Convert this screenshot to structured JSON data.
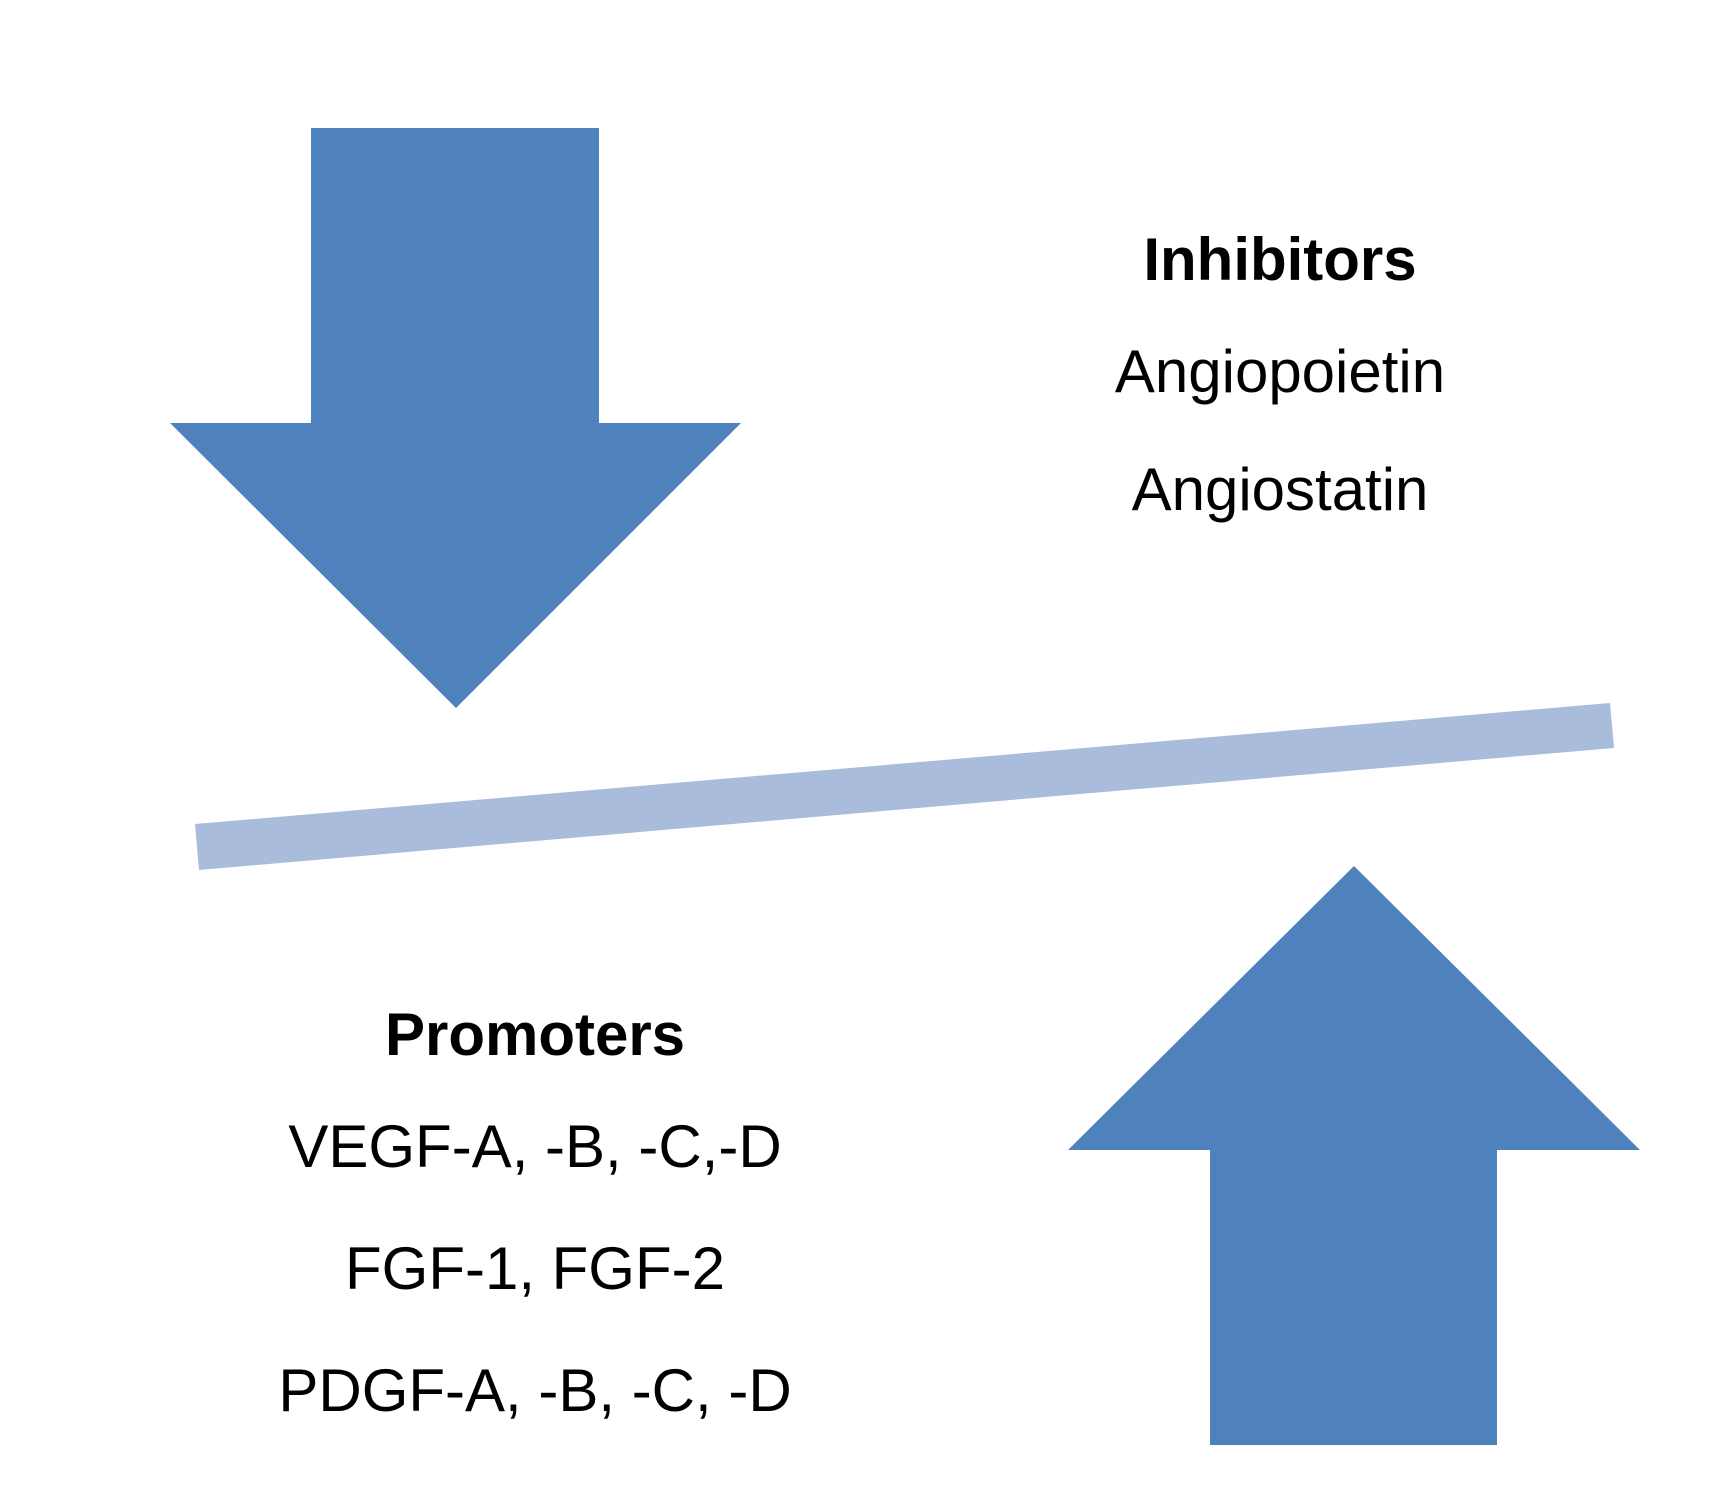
{
  "colors": {
    "arrow_fill": "#4f81bd",
    "balance_bar": "#a9bcdc",
    "text": "#000000",
    "background": "#ffffff"
  },
  "inhibitors": {
    "heading": "Inhibitors",
    "items": [
      "Angiopoietin",
      "Angiostatin"
    ]
  },
  "promoters": {
    "heading": "Promoters",
    "items": [
      "VEGF-A, -B, -C,-D",
      "FGF-1, FGF-2",
      "PDGF-A, -B, -C, -D"
    ]
  }
}
